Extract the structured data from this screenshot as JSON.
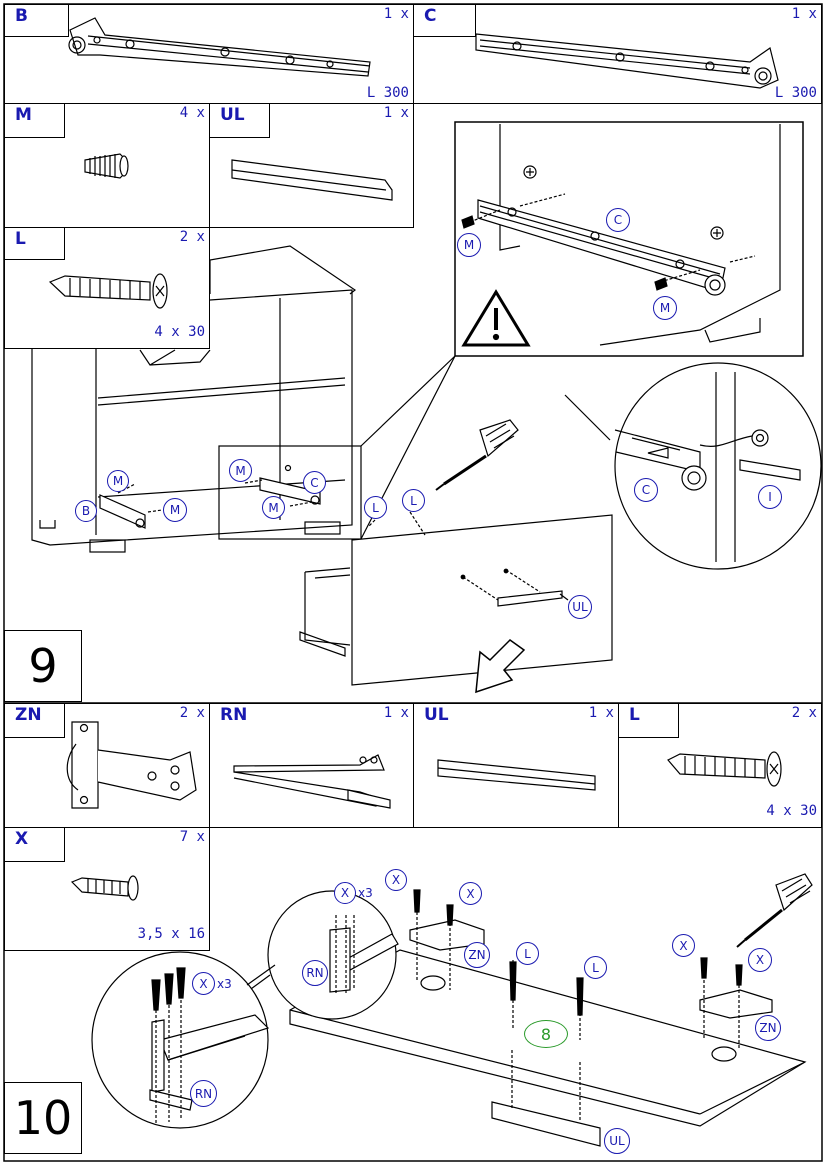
{
  "step9": {
    "number": "9",
    "parts": [
      {
        "code": "B",
        "qty": "1 x",
        "dim": "L 300"
      },
      {
        "code": "C",
        "qty": "1 x",
        "dim": "L 300"
      },
      {
        "code": "M",
        "qty": "4 x"
      },
      {
        "code": "UL",
        "qty": "1 x"
      },
      {
        "code": "L",
        "qty": "2 x",
        "dim": "4 x 30"
      }
    ],
    "callouts": {
      "m": "M",
      "c": "C",
      "b": "B",
      "l": "L",
      "ul": "UL",
      "i": "I"
    }
  },
  "step10": {
    "number": "10",
    "parts": [
      {
        "code": "ZN",
        "qty": "2 x"
      },
      {
        "code": "RN",
        "qty": "1 x"
      },
      {
        "code": "UL",
        "qty": "1 x"
      },
      {
        "code": "L",
        "qty": "2 x",
        "dim": "4 x 30"
      },
      {
        "code": "X",
        "qty": "7 x",
        "dim": "3,5 x 16"
      }
    ],
    "callouts": {
      "x": "X",
      "rn": "RN",
      "zn": "ZN",
      "l": "L",
      "ul": "UL",
      "times3": "x3",
      "eight": "8"
    }
  },
  "icons": {
    "warning": "warning-triangle-icon",
    "screwdriver": "screwdriver-icon",
    "arrow": "push-arrow-icon"
  }
}
